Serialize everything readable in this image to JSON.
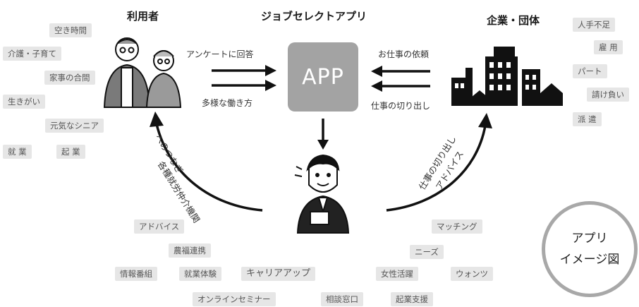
{
  "headings": {
    "users": "利用者",
    "app": "ジョブセレクトアプリ",
    "companies": "企業・団体"
  },
  "app_box_label": "APP",
  "flows": {
    "to_app_from_users": "アンケートに回答",
    "from_app_to_users": "多様な働き方",
    "to_app_from_companies": "お仕事の依頼",
    "from_app_to_companies": "仕事の切り出し"
  },
  "curve_labels": {
    "left_line1": "各種就労仲介機関",
    "left_line2": "へのつなぎ",
    "right_line1": "仕事の切り出し",
    "right_line2": "アドバイス"
  },
  "user_tags": [
    "空き時間",
    "介護・子育て",
    "家事の合間",
    "生きがい",
    "元気なシニア",
    "就 業",
    "起 業"
  ],
  "company_tags": [
    "人手不足",
    "雇 用",
    "パート",
    "請け負い",
    "派 遣"
  ],
  "bottom_tags": [
    "アドバイス",
    "農福連携",
    "情報番組",
    "就業体験",
    "キャリアアップ",
    "女性活躍",
    "ウォンツ",
    "オンラインセミナー",
    "相談窓口",
    "起業支援",
    "マッチング",
    "ニーズ"
  ],
  "badge": {
    "line1": "アプリ",
    "line2": "イメージ図"
  }
}
